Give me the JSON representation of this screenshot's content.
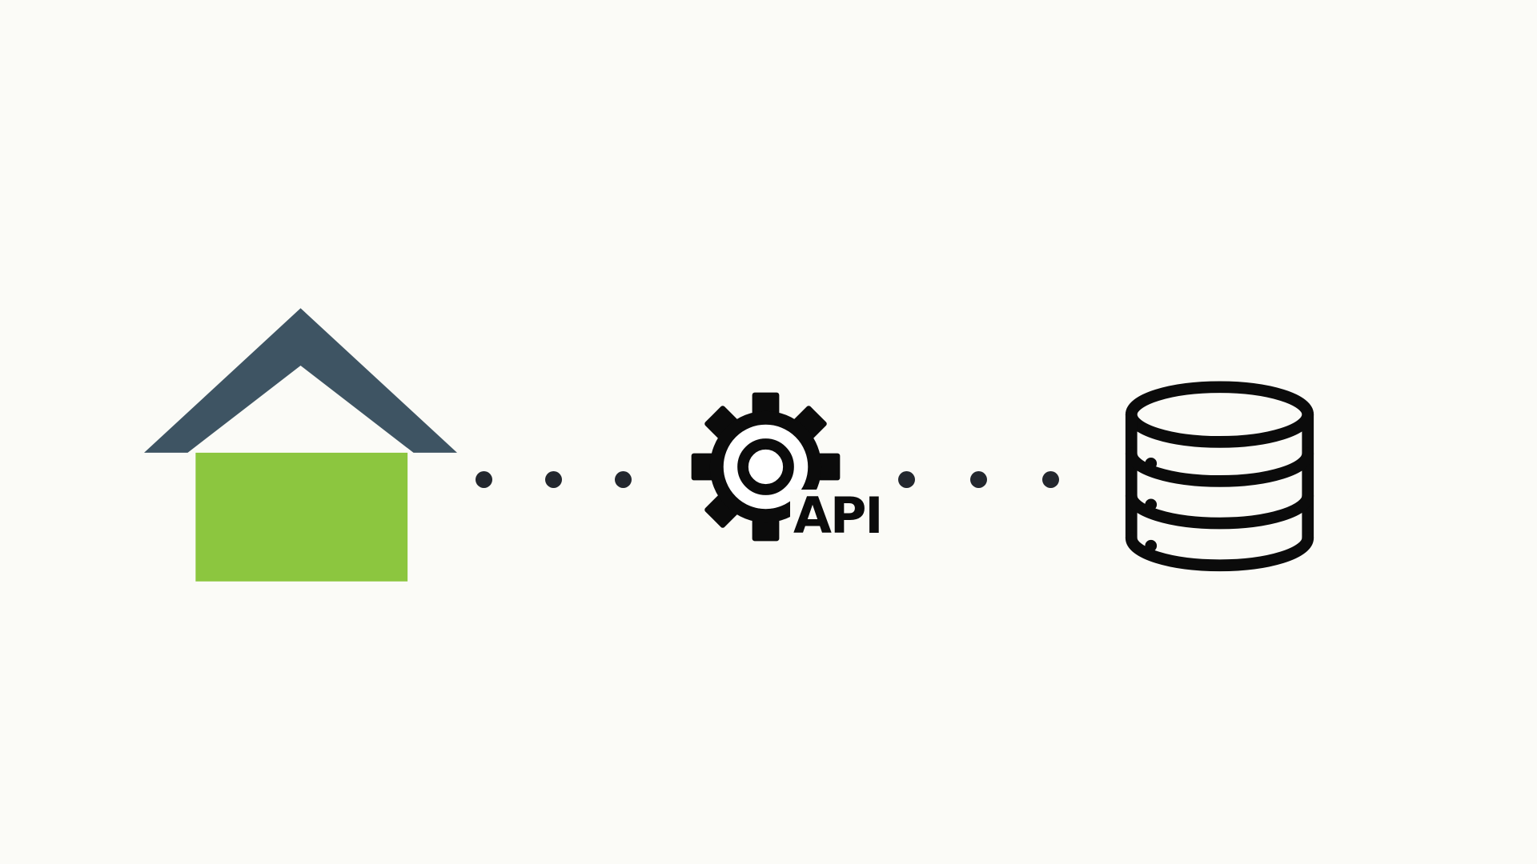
{
  "canvas": {
    "background_color": "#FBFBF7"
  },
  "diagram": {
    "description": "home to API to database flow",
    "nodes": {
      "house": {
        "icon": "house-icon",
        "roof_color": "#3E5463",
        "body_color": "#8CC63F"
      },
      "api": {
        "icon": "gear-icon",
        "label": "API",
        "color": "#0B0B0B"
      },
      "database": {
        "icon": "database-icon",
        "color": "#0B0B0B"
      }
    },
    "connectors": {
      "style": "dotted",
      "dot_color": "#23272E",
      "dots_per_connector": 3
    }
  }
}
